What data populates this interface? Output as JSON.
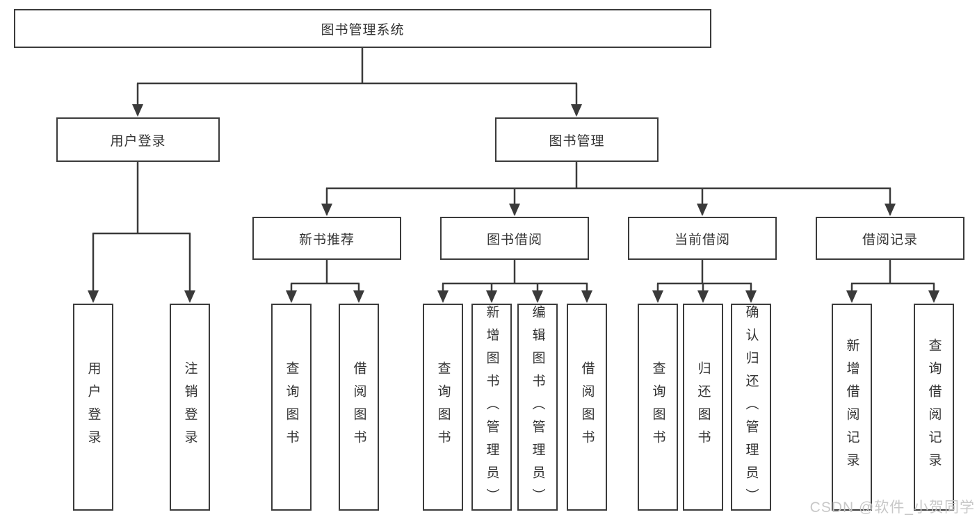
{
  "tree": {
    "root": {
      "label": "图书管理系统"
    },
    "level2": [
      {
        "label": "用户登录",
        "children": [
          {
            "label": "用户登录"
          },
          {
            "label": "注销登录"
          }
        ]
      },
      {
        "label": "图书管理",
        "children": [
          {
            "label": "新书推荐",
            "children": [
              {
                "label": "查询图书"
              },
              {
                "label": "借阅图书"
              }
            ]
          },
          {
            "label": "图书借阅",
            "children": [
              {
                "label": "查询图书"
              },
              {
                "label": "新增图书（管理员）"
              },
              {
                "label": "编辑图书（管理员）"
              },
              {
                "label": "借阅图书"
              }
            ]
          },
          {
            "label": "当前借阅",
            "children": [
              {
                "label": "查询图书"
              },
              {
                "label": "归还图书"
              },
              {
                "label": "确认归还（管理员）"
              }
            ]
          },
          {
            "label": "借阅记录",
            "children": [
              {
                "label": "新增借阅记录"
              },
              {
                "label": "查询借阅记录"
              }
            ]
          }
        ]
      }
    ]
  },
  "watermark": {
    "text": "CSDN @软件_小贺同学"
  },
  "colors": {
    "line": "#3a3a3a",
    "border": "#3b3b3b",
    "text": "#333333",
    "watermark": "#c6c6c6",
    "background": "#ffffff"
  }
}
